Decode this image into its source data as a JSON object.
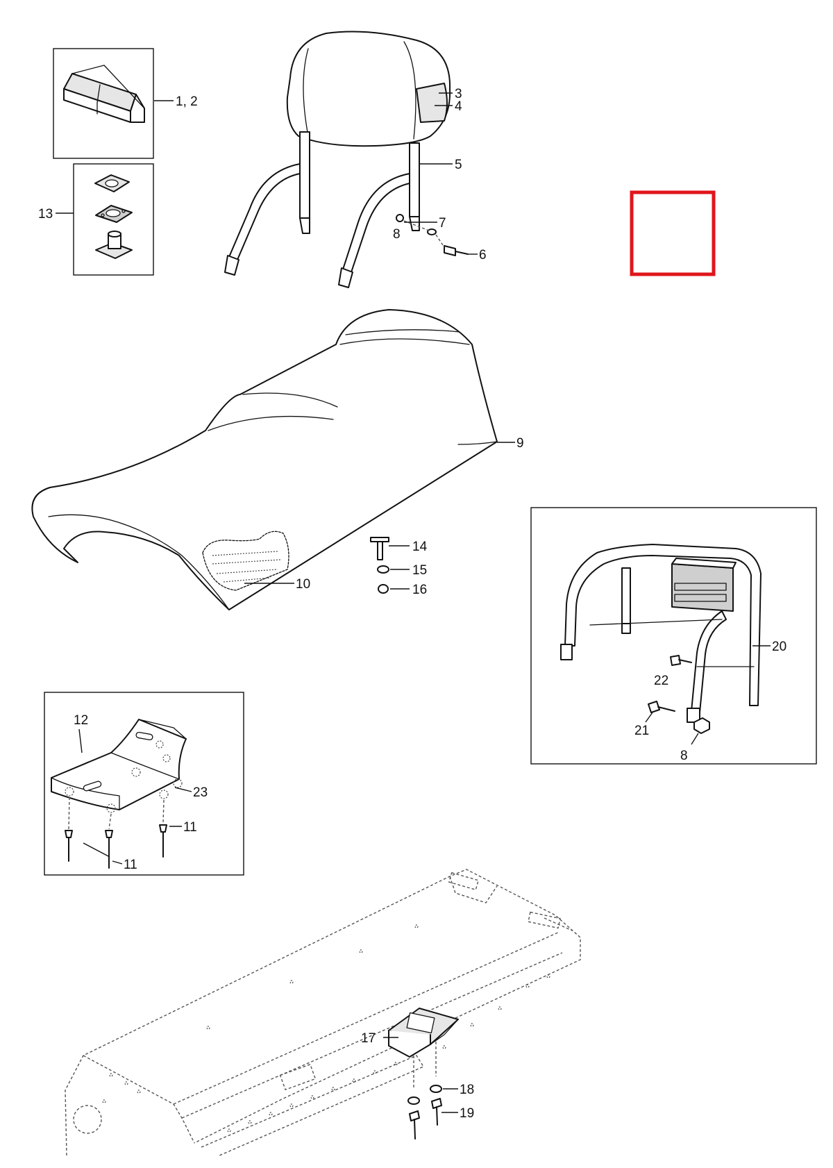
{
  "colors": {
    "line": "#111111",
    "highlight": "#e0161b",
    "background": "#ffffff"
  },
  "callouts": {
    "c1_2": "1, 2",
    "c3": "3",
    "c4": "4",
    "c5": "5",
    "c6": "6",
    "c7": "7",
    "c8_top": "8",
    "c9": "9",
    "c10": "10",
    "c11_right": "11",
    "c11_bottom": "11",
    "c12": "12",
    "c13": "13",
    "c14": "14",
    "c15": "15",
    "c16": "16",
    "c17": "17",
    "c18": "18",
    "c19": "19",
    "c20": "20",
    "c21": "21",
    "c22": "22",
    "c23": "23",
    "c8_rack": "8"
  },
  "parts": [
    {
      "icon": "seat-cover-kit-icon",
      "ref": "1, 2"
    },
    {
      "icon": "backrest-pad-icon",
      "ref": "3"
    },
    {
      "icon": "backrest-cover-icon",
      "ref": "4"
    },
    {
      "icon": "backrest-frame-icon",
      "ref": "5"
    },
    {
      "icon": "bolt-icon",
      "ref": "6"
    },
    {
      "icon": "washer-icon",
      "ref": "7"
    },
    {
      "icon": "nut-icon",
      "ref": "8"
    },
    {
      "icon": "seat-icon",
      "ref": "9"
    },
    {
      "icon": "velcro-pad-icon",
      "ref": "10"
    },
    {
      "icon": "rivet-icon",
      "ref": "11"
    },
    {
      "icon": "seat-base-bracket-icon",
      "ref": "12"
    },
    {
      "icon": "mount-kit-icon",
      "ref": "13"
    },
    {
      "icon": "t-bolt-icon",
      "ref": "14"
    },
    {
      "icon": "washer-icon",
      "ref": "15"
    },
    {
      "icon": "nut-icon",
      "ref": "16"
    },
    {
      "icon": "latch-plate-icon",
      "ref": "17"
    },
    {
      "icon": "washer-icon",
      "ref": "18"
    },
    {
      "icon": "screw-icon",
      "ref": "19"
    },
    {
      "icon": "luggage-rack-icon",
      "ref": "20"
    },
    {
      "icon": "bolt-icon",
      "ref": "21"
    },
    {
      "icon": "bolt-icon",
      "ref": "22"
    },
    {
      "icon": "grommet-icon",
      "ref": "23"
    }
  ]
}
